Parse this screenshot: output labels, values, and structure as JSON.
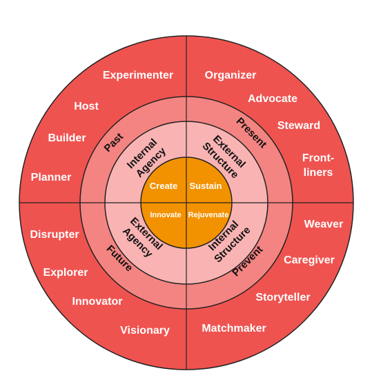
{
  "colors": {
    "outer_ring": "#ef5350",
    "middle_ring": "#f48481",
    "inner_ring": "#f9b3b3",
    "core": "#f39200",
    "stroke": "#222222"
  },
  "roles": {
    "top_left": [
      "Experimenter",
      "Host",
      "Builder",
      "Planner"
    ],
    "top_right": [
      "Organizer",
      "Advocate",
      "Steward",
      "Front-",
      "liners"
    ],
    "bottom_left": [
      "Disrupter",
      "Explorer",
      "Innovator",
      "Visionary"
    ],
    "bottom_right": [
      "Weaver",
      "Caregiver",
      "Storyteller",
      "Matchmaker"
    ]
  },
  "time_labels": {
    "past": "Past",
    "present": "Present",
    "future": "Future",
    "prevent": "Prevent"
  },
  "dimensions": {
    "internal_agency": [
      "Internal",
      "Agency"
    ],
    "external_structure": [
      "External",
      "Structure"
    ],
    "external_agency": [
      "External",
      "Agency"
    ],
    "internal_structure": [
      "Internal",
      "Structure"
    ]
  },
  "core": {
    "create": "Create",
    "sustain": "Sustain",
    "innovate": "Innovate",
    "rejuvenate": "Rejuvenate"
  }
}
